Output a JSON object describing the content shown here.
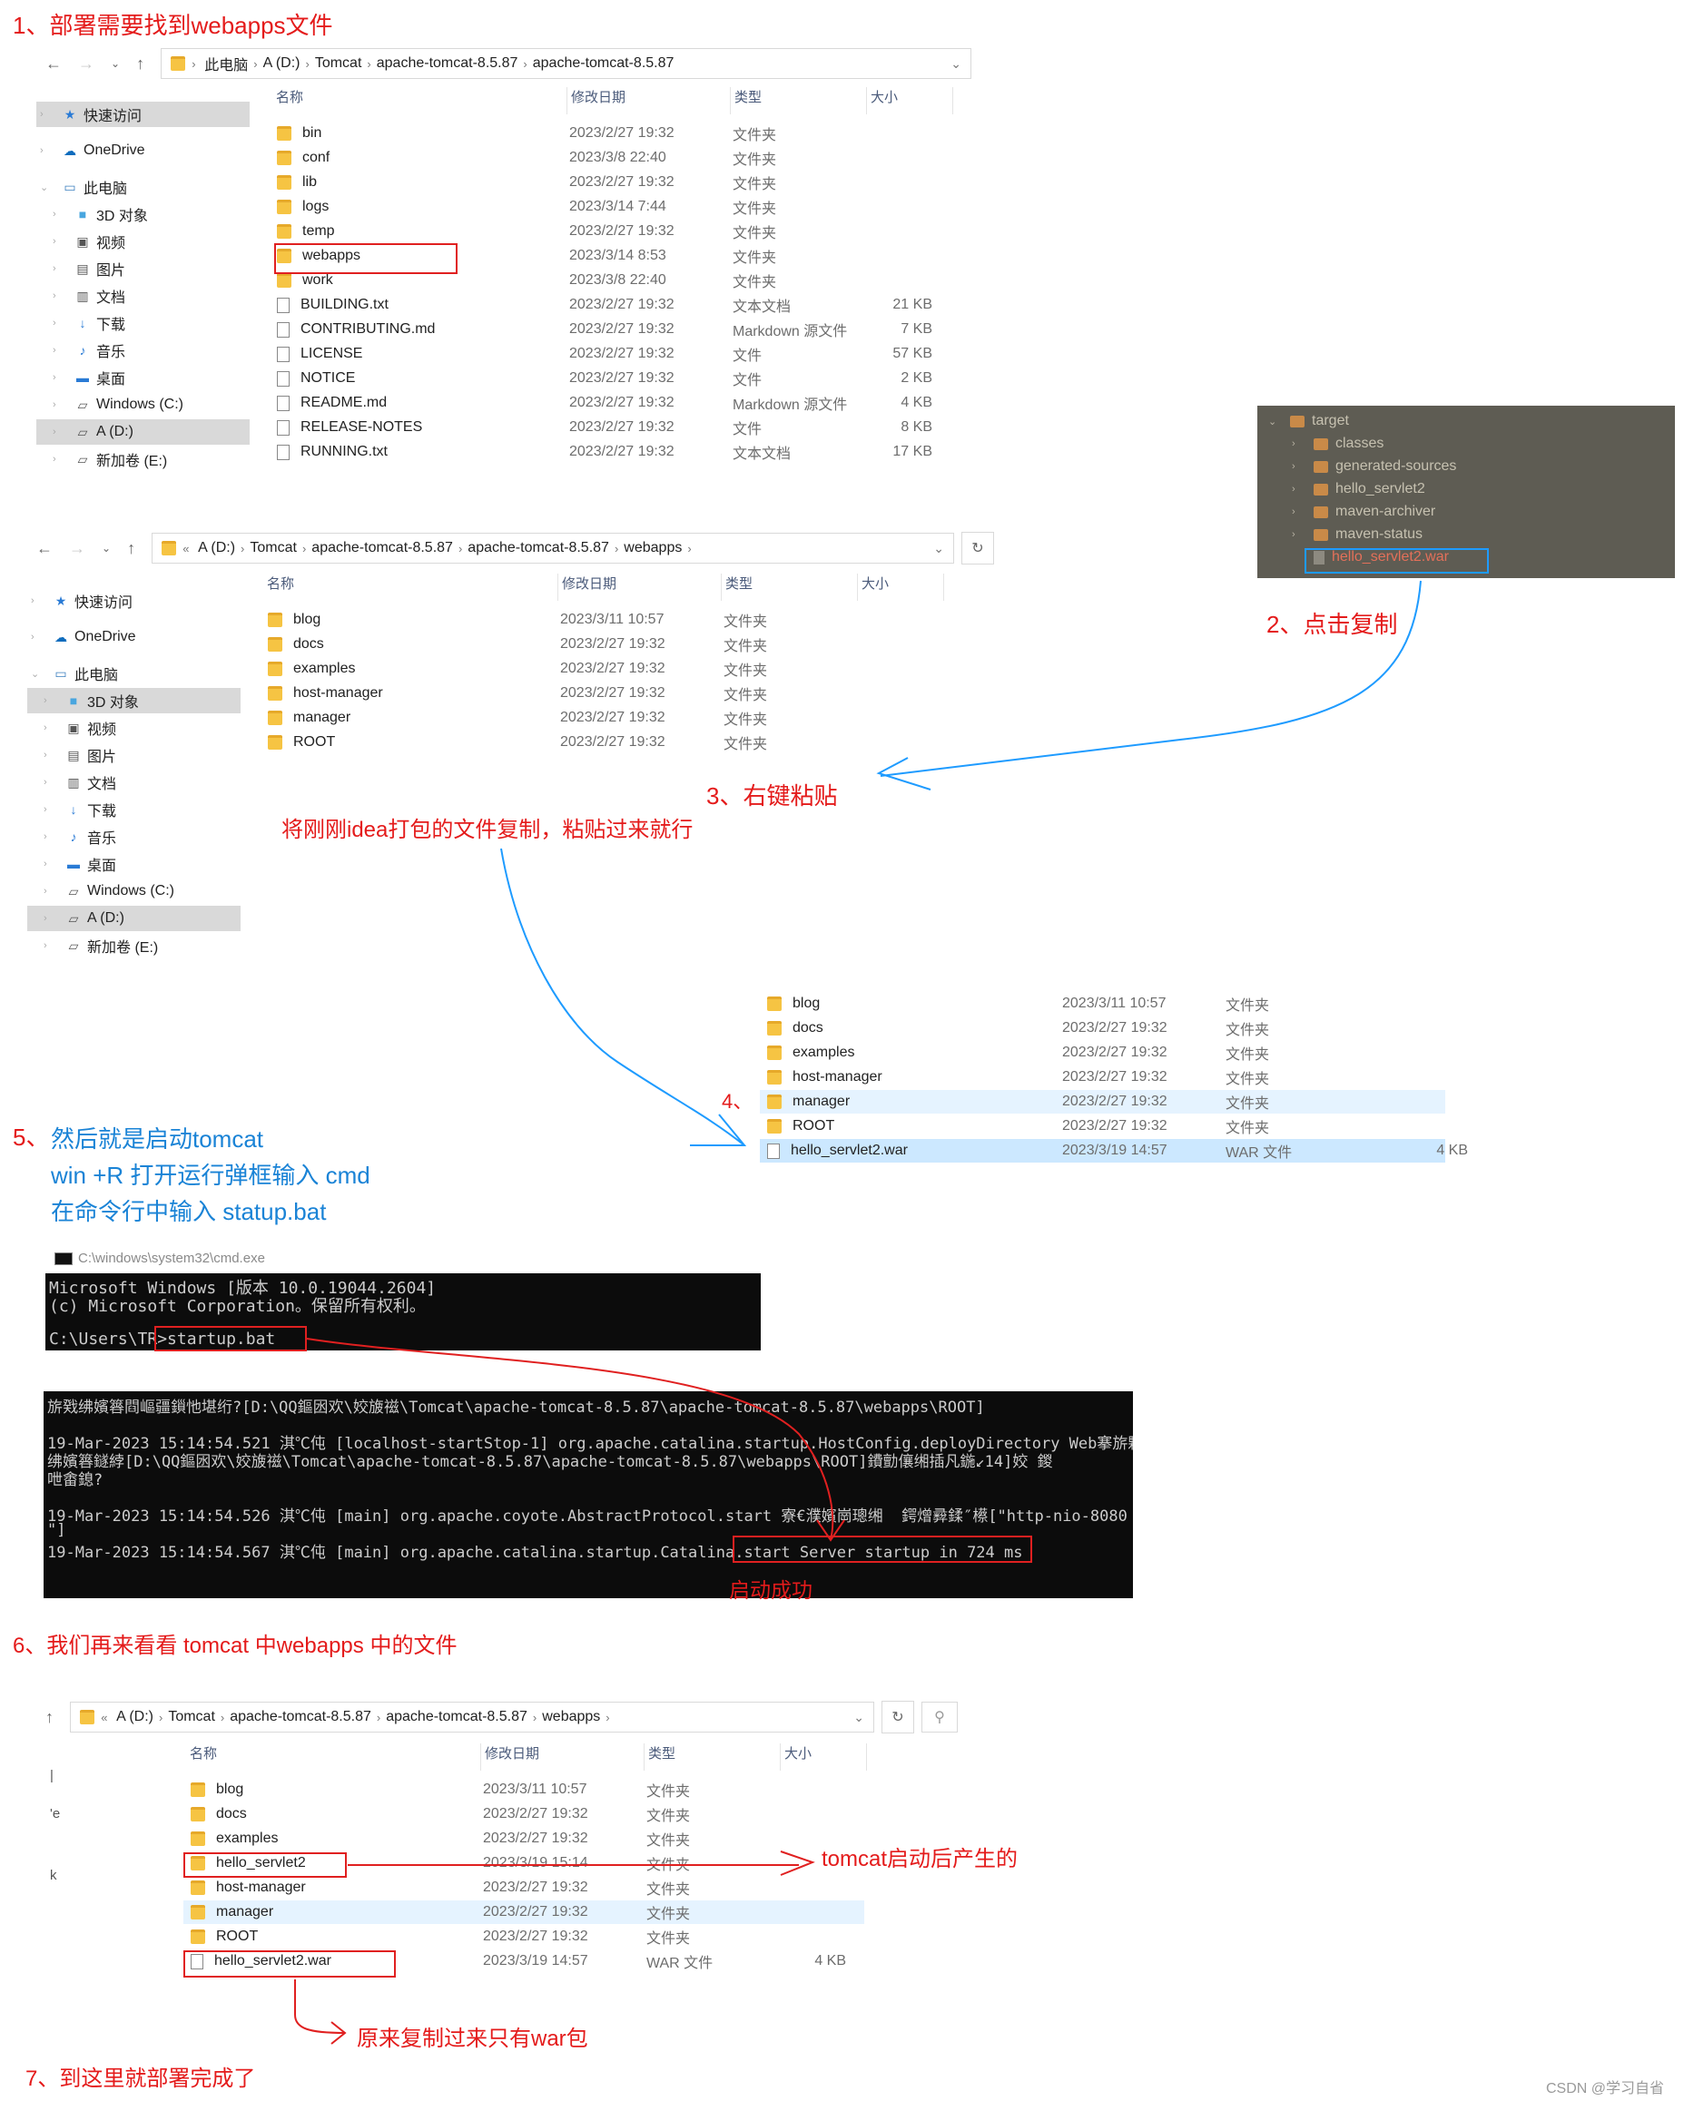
{
  "steps": {
    "s1": "1、部署需要找到webapps文件",
    "s2": "2、点击复制",
    "s3": "3、右键粘贴",
    "s3_note": "将刚刚idea打包的文件复制，粘贴过来就行",
    "s4": "4、",
    "s5_num": "5、",
    "s5_line1": "然后就是启动tomcat",
    "s5_line2": "win +R 打开运行弹框输入 cmd",
    "s5_line3": "在命令行中输入 statup.bat",
    "started": "启动成功",
    "s6": "6、我们再来看看 tomcat 中webapps 中的文件",
    "tomcat_generated": "tomcat启动后产生的",
    "only_war": "原来复制过来只有war包",
    "s7": "7、到这里就部署完成了"
  },
  "columns": {
    "name": "名称",
    "date": "修改日期",
    "type": "类型",
    "size": "大小"
  },
  "nav_items": [
    {
      "label": "快速访问",
      "icon": "star-icon"
    },
    {
      "label": "OneDrive",
      "icon": "cloud-icon"
    },
    {
      "label": "此电脑",
      "icon": "pc-icon"
    },
    {
      "label": "3D 对象",
      "icon": "cube-icon"
    },
    {
      "label": "视频",
      "icon": "video-icon"
    },
    {
      "label": "图片",
      "icon": "picture-icon"
    },
    {
      "label": "文档",
      "icon": "document-icon"
    },
    {
      "label": "下载",
      "icon": "download-icon"
    },
    {
      "label": "音乐",
      "icon": "music-icon"
    },
    {
      "label": "桌面",
      "icon": "desktop-icon"
    },
    {
      "label": "Windows (C:)",
      "icon": "drive-icon"
    },
    {
      "label": "A (D:)",
      "icon": "drive-icon"
    },
    {
      "label": "新加卷 (E:)",
      "icon": "drive-icon"
    }
  ],
  "explorer1": {
    "breadcrumb": [
      "此电脑",
      "A (D:)",
      "Tomcat",
      "apache-tomcat-8.5.87",
      "apache-tomcat-8.5.87"
    ],
    "files": [
      {
        "name": "bin",
        "date": "2023/2/27 19:32",
        "type": "文件夹",
        "size": "",
        "kind": "folder"
      },
      {
        "name": "conf",
        "date": "2023/3/8 22:40",
        "type": "文件夹",
        "size": "",
        "kind": "folder"
      },
      {
        "name": "lib",
        "date": "2023/2/27 19:32",
        "type": "文件夹",
        "size": "",
        "kind": "folder"
      },
      {
        "name": "logs",
        "date": "2023/3/14 7:44",
        "type": "文件夹",
        "size": "",
        "kind": "folder"
      },
      {
        "name": "temp",
        "date": "2023/2/27 19:32",
        "type": "文件夹",
        "size": "",
        "kind": "folder"
      },
      {
        "name": "webapps",
        "date": "2023/3/14 8:53",
        "type": "文件夹",
        "size": "",
        "kind": "folder"
      },
      {
        "name": "work",
        "date": "2023/3/8 22:40",
        "type": "文件夹",
        "size": "",
        "kind": "folder"
      },
      {
        "name": "BUILDING.txt",
        "date": "2023/2/27 19:32",
        "type": "文本文档",
        "size": "21 KB",
        "kind": "file"
      },
      {
        "name": "CONTRIBUTING.md",
        "date": "2023/2/27 19:32",
        "type": "Markdown 源文件",
        "size": "7 KB",
        "kind": "file"
      },
      {
        "name": "LICENSE",
        "date": "2023/2/27 19:32",
        "type": "文件",
        "size": "57 KB",
        "kind": "file"
      },
      {
        "name": "NOTICE",
        "date": "2023/2/27 19:32",
        "type": "文件",
        "size": "2 KB",
        "kind": "file"
      },
      {
        "name": "README.md",
        "date": "2023/2/27 19:32",
        "type": "Markdown 源文件",
        "size": "4 KB",
        "kind": "file"
      },
      {
        "name": "RELEASE-NOTES",
        "date": "2023/2/27 19:32",
        "type": "文件",
        "size": "8 KB",
        "kind": "file"
      },
      {
        "name": "RUNNING.txt",
        "date": "2023/2/27 19:32",
        "type": "文本文档",
        "size": "17 KB",
        "kind": "file"
      }
    ]
  },
  "explorer2": {
    "breadcrumb": [
      "A (D:)",
      "Tomcat",
      "apache-tomcat-8.5.87",
      "apache-tomcat-8.5.87",
      "webapps"
    ],
    "files": [
      {
        "name": "blog",
        "date": "2023/3/11 10:57",
        "type": "文件夹",
        "size": "",
        "kind": "folder"
      },
      {
        "name": "docs",
        "date": "2023/2/27 19:32",
        "type": "文件夹",
        "size": "",
        "kind": "folder"
      },
      {
        "name": "examples",
        "date": "2023/2/27 19:32",
        "type": "文件夹",
        "size": "",
        "kind": "folder"
      },
      {
        "name": "host-manager",
        "date": "2023/2/27 19:32",
        "type": "文件夹",
        "size": "",
        "kind": "folder"
      },
      {
        "name": "manager",
        "date": "2023/2/27 19:32",
        "type": "文件夹",
        "size": "",
        "kind": "folder"
      },
      {
        "name": "ROOT",
        "date": "2023/2/27 19:32",
        "type": "文件夹",
        "size": "",
        "kind": "folder"
      }
    ]
  },
  "explorer3": {
    "files": [
      {
        "name": "blog",
        "date": "2023/3/11 10:57",
        "type": "文件夹",
        "size": "",
        "kind": "folder"
      },
      {
        "name": "docs",
        "date": "2023/2/27 19:32",
        "type": "文件夹",
        "size": "",
        "kind": "folder"
      },
      {
        "name": "examples",
        "date": "2023/2/27 19:32",
        "type": "文件夹",
        "size": "",
        "kind": "folder"
      },
      {
        "name": "host-manager",
        "date": "2023/2/27 19:32",
        "type": "文件夹",
        "size": "",
        "kind": "folder"
      },
      {
        "name": "manager",
        "date": "2023/2/27 19:32",
        "type": "文件夹",
        "size": "",
        "kind": "folder"
      },
      {
        "name": "ROOT",
        "date": "2023/2/27 19:32",
        "type": "文件夹",
        "size": "",
        "kind": "folder"
      },
      {
        "name": "hello_servlet2.war",
        "date": "2023/3/19 14:57",
        "type": "WAR 文件",
        "size": "4 KB",
        "kind": "file"
      }
    ]
  },
  "ide_tree": [
    {
      "label": "target",
      "level": 0
    },
    {
      "label": "classes",
      "level": 1
    },
    {
      "label": "generated-sources",
      "level": 1
    },
    {
      "label": "hello_servlet2",
      "level": 1
    },
    {
      "label": "maven-archiver",
      "level": 1
    },
    {
      "label": "maven-status",
      "level": 1
    },
    {
      "label": "hello_servlet2.war",
      "level": 1
    }
  ],
  "cmd1": {
    "title": "C:\\windows\\system32\\cmd.exe",
    "lines": [
      "Microsoft Windows [版本 10.0.19044.2604]",
      "(c) Microsoft Corporation。保留所有权利。",
      "",
      "C:\\Users\\TR>startup.bat"
    ]
  },
  "cmd2": {
    "lines": [
      "旂戣绋嬪簭閰嶇疆鎻忚堪绗?[D:\\QQ鏂囦欢\\姣旇禌\\Tomcat\\apache-tomcat-8.5.87\\apache-tomcat-8.5.87\\webapps\\ROOT]",
      "",
      "19-Mar-2023 15:14:54.521 淇℃伅 [localhost-startStop-1] org.apache.catalina.startup.HostConfig.deployDirectory Web搴旂敤",
      "绋嬪簭鐩綍[D:\\QQ鏂囦欢\\姣旇禌\\Tomcat\\apache-tomcat-8.5.87\\apache-tomcat-8.5.87\\webapps\\ROOT]鐨勯儴缃插凡鍦↙14]姣 鍐",
      "呭畬鎴?",
      "",
      "19-Mar-2023 15:14:54.526 淇℃伅 [main] org.apache.coyote.AbstractProtocol.start 寮€濮嬪崗璁缃  鍔熷彛鍒″櫒[\"http-nio-8080",
      "\"]",
      "19-Mar-2023 15:14:54.567 淇℃伅 [main] org.apache.catalina.startup.Catalina.start Server startup in 724 ms"
    ]
  },
  "explorer4": {
    "breadcrumb": [
      "A (D:)",
      "Tomcat",
      "apache-tomcat-8.5.87",
      "apache-tomcat-8.5.87",
      "webapps"
    ],
    "files": [
      {
        "name": "blog",
        "date": "2023/3/11 10:57",
        "type": "文件夹",
        "size": "",
        "kind": "folder"
      },
      {
        "name": "docs",
        "date": "2023/2/27 19:32",
        "type": "文件夹",
        "size": "",
        "kind": "folder"
      },
      {
        "name": "examples",
        "date": "2023/2/27 19:32",
        "type": "文件夹",
        "size": "",
        "kind": "folder"
      },
      {
        "name": "hello_servlet2",
        "date": "2023/3/19 15:14",
        "type": "文件夹",
        "size": "",
        "kind": "folder"
      },
      {
        "name": "host-manager",
        "date": "2023/2/27 19:32",
        "type": "文件夹",
        "size": "",
        "kind": "folder"
      },
      {
        "name": "manager",
        "date": "2023/2/27 19:32",
        "type": "文件夹",
        "size": "",
        "kind": "folder"
      },
      {
        "name": "ROOT",
        "date": "2023/2/27 19:32",
        "type": "文件夹",
        "size": "",
        "kind": "folder"
      },
      {
        "name": "hello_servlet2.war",
        "date": "2023/3/19 14:57",
        "type": "WAR 文件",
        "size": "4 KB",
        "kind": "file"
      }
    ]
  },
  "watermark": "CSDN @学习自省",
  "colors": {
    "annotation_red": "#e41b1b",
    "annotation_blue": "#1a83d6",
    "selection": "#cce8ff"
  }
}
